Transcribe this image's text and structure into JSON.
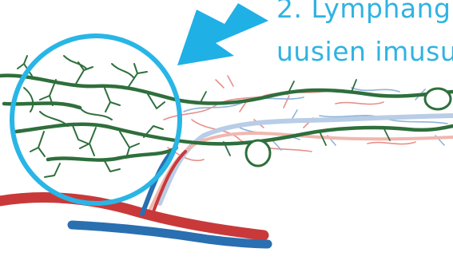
{
  "caption": {
    "line1": "2. Lymphang",
    "line2": "uusien imusu"
  },
  "colors": {
    "caption_text": "#2fb3e3",
    "highlight_circle": "#29b6e6",
    "pointer_arrow": "#1fb0e6",
    "lymphatic_vessel": "#2e6f3c",
    "artery": "#c9393a",
    "vein": "#2a6fb0",
    "fine_vessels_red": "#e6918a",
    "fine_vessels_blue": "#8fb3d9"
  },
  "icons": {
    "pointer": "arrow-pointer-icon",
    "highlight": "highlight-circle"
  }
}
